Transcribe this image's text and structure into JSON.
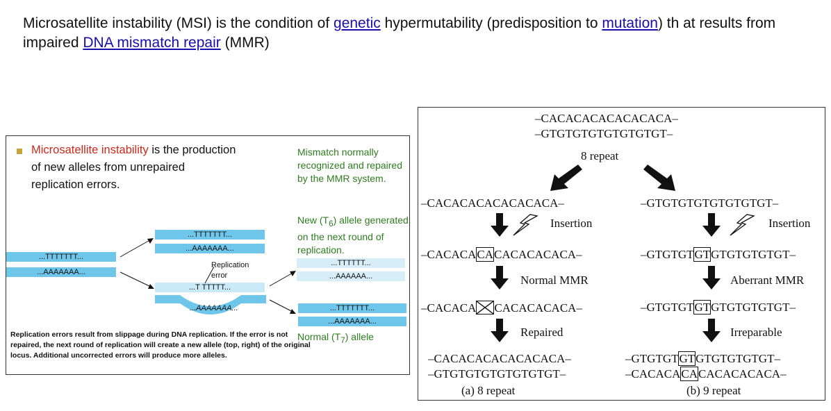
{
  "heading": {
    "t1": "Microsatellite instability",
    "t2": " (MSI) is the condition of ",
    "link_genetic": "genetic",
    "t3": " hypermutability (predisposition to ",
    "link_mutation": "mutation",
    "t4": ") th at results from impaired ",
    "link_dna_mmr": "DNA mismatch repair",
    "t5": " (MMR)"
  },
  "left": {
    "bullet_red": "Microsatellite instability",
    "bullet_rest": " is the production of new alleles from unrepaired replication errors.",
    "note1": "Mismatch normally recognized and repaired by the MMR system.",
    "note2_a": "New (T",
    "note2_sub": "6",
    "note2_b": ") allele generated on the next round of replication.",
    "note3_a": "Normal (T",
    "note3_sub": "7",
    "note3_b": ") allele",
    "strand_t7": "...TTTTTTT...",
    "strand_a7": "...AAAAAAA...",
    "strand_t6": "...TTTTTT...",
    "strand_a6": "...AAAAAA...",
    "slip_top": "...T  TTTTT...",
    "slip_bottom": "...AAAAAAA...",
    "replication_error": "Replication error",
    "caption": "Replication errors result from slippage during DNA replication. If the error is not repaired, the next round of replication will create a new allele (top, right) of the original locus. Additional uncorrected errors will produce more alleles."
  },
  "right": {
    "top1": "–CACACACACACACACA–",
    "top2": "–GTGTGTGTGTGTGTGT–",
    "repeat8": "8 repeat",
    "a_seq1": "–CACACACACACACACA–",
    "a_ins": "Insertion",
    "a_seq2_pre": "–CACACA",
    "a_seq2_box": "CA",
    "a_seq2_post": "CACACACACA–",
    "a_mmr": "Normal MMR",
    "a_seq3_pre": "–CACACA",
    "a_seq3_post": "CACACACACA–",
    "a_repaired": "Repaired",
    "a_final1": "–CACACACACACACACA–",
    "a_final2": "–GTGTGTGTGTGTGTGT–",
    "a_caption": "(a) 8 repeat",
    "b_seq1": "–GTGTGTGTGTGTGTGT–",
    "b_ins": "Insertion",
    "b_seq2_pre": "–GTGTGT",
    "b_seq2_box": "GT",
    "b_seq2_post": "GTGTGTGTGT–",
    "b_mmr": "Aberrant MMR",
    "b_seq3_pre": "–GTGTGT",
    "b_seq3_box": "GT",
    "b_seq3_post": "GTGTGTGTGT–",
    "b_irrep": "Irreparable",
    "b_final1_pre": "–GTGTGT",
    "b_final1_box": "GT",
    "b_final1_post": "GTGTGTGTGT–",
    "b_final2_pre": "–CACACA",
    "b_final2_box": "CA",
    "b_final2_post": "CACACACACA–",
    "b_caption": "(b) 9 repeat"
  }
}
